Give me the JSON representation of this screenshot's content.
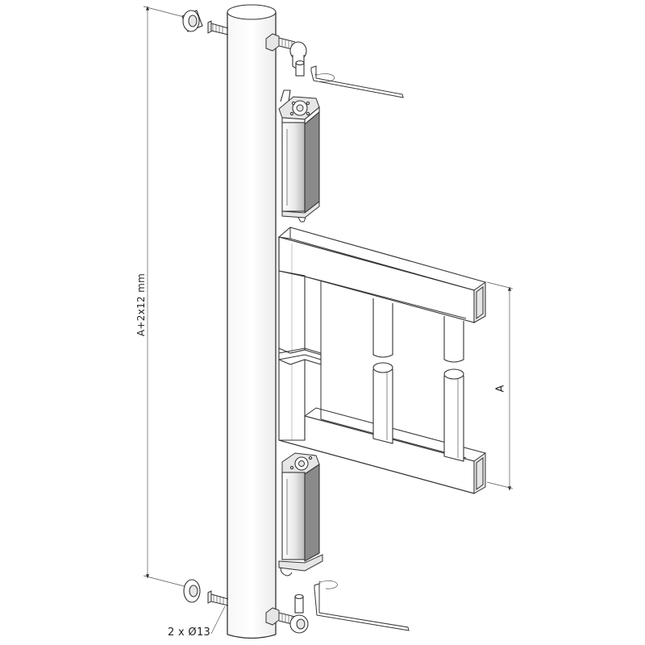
{
  "labels": {
    "overall_height": "A+2x12 mm",
    "frame_height": "A",
    "bolt_spec": "2 x Ø13"
  },
  "colors": {
    "line": "#333333",
    "background": "#ffffff",
    "shade": "#e6e6e6"
  }
}
